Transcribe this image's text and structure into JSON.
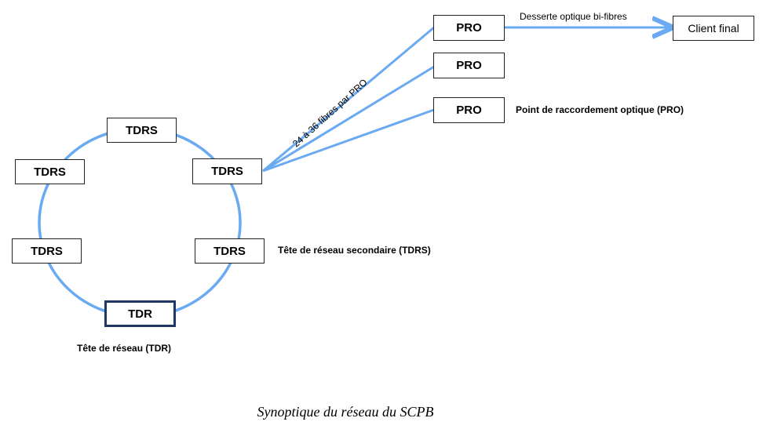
{
  "diagram": {
    "nodes": {
      "tdrs_top": "TDRS",
      "tdrs_left_top": "TDRS",
      "tdrs_right_top": "TDRS",
      "tdrs_left_bottom": "TDRS",
      "tdrs_right_bottom": "TDRS",
      "tdr": "TDR",
      "pro_1": "PRO",
      "pro_2": "PRO",
      "pro_3": "PRO",
      "client": "Client final"
    },
    "labels": {
      "desserte": "Desserte optique bi-fibres",
      "fibres": "24 à 36 fibres par PRO",
      "pro_legend": "Point de raccordement optique (PRO)",
      "tdrs_legend": "Tête de réseau secondaire (TDRS)",
      "tdr_legend": "Tête de réseau (TDR)"
    },
    "caption": "Synoptique du réseau du SCPB",
    "colors": {
      "link": "#6aaaf2",
      "tdr_border": "#1f3864"
    }
  }
}
